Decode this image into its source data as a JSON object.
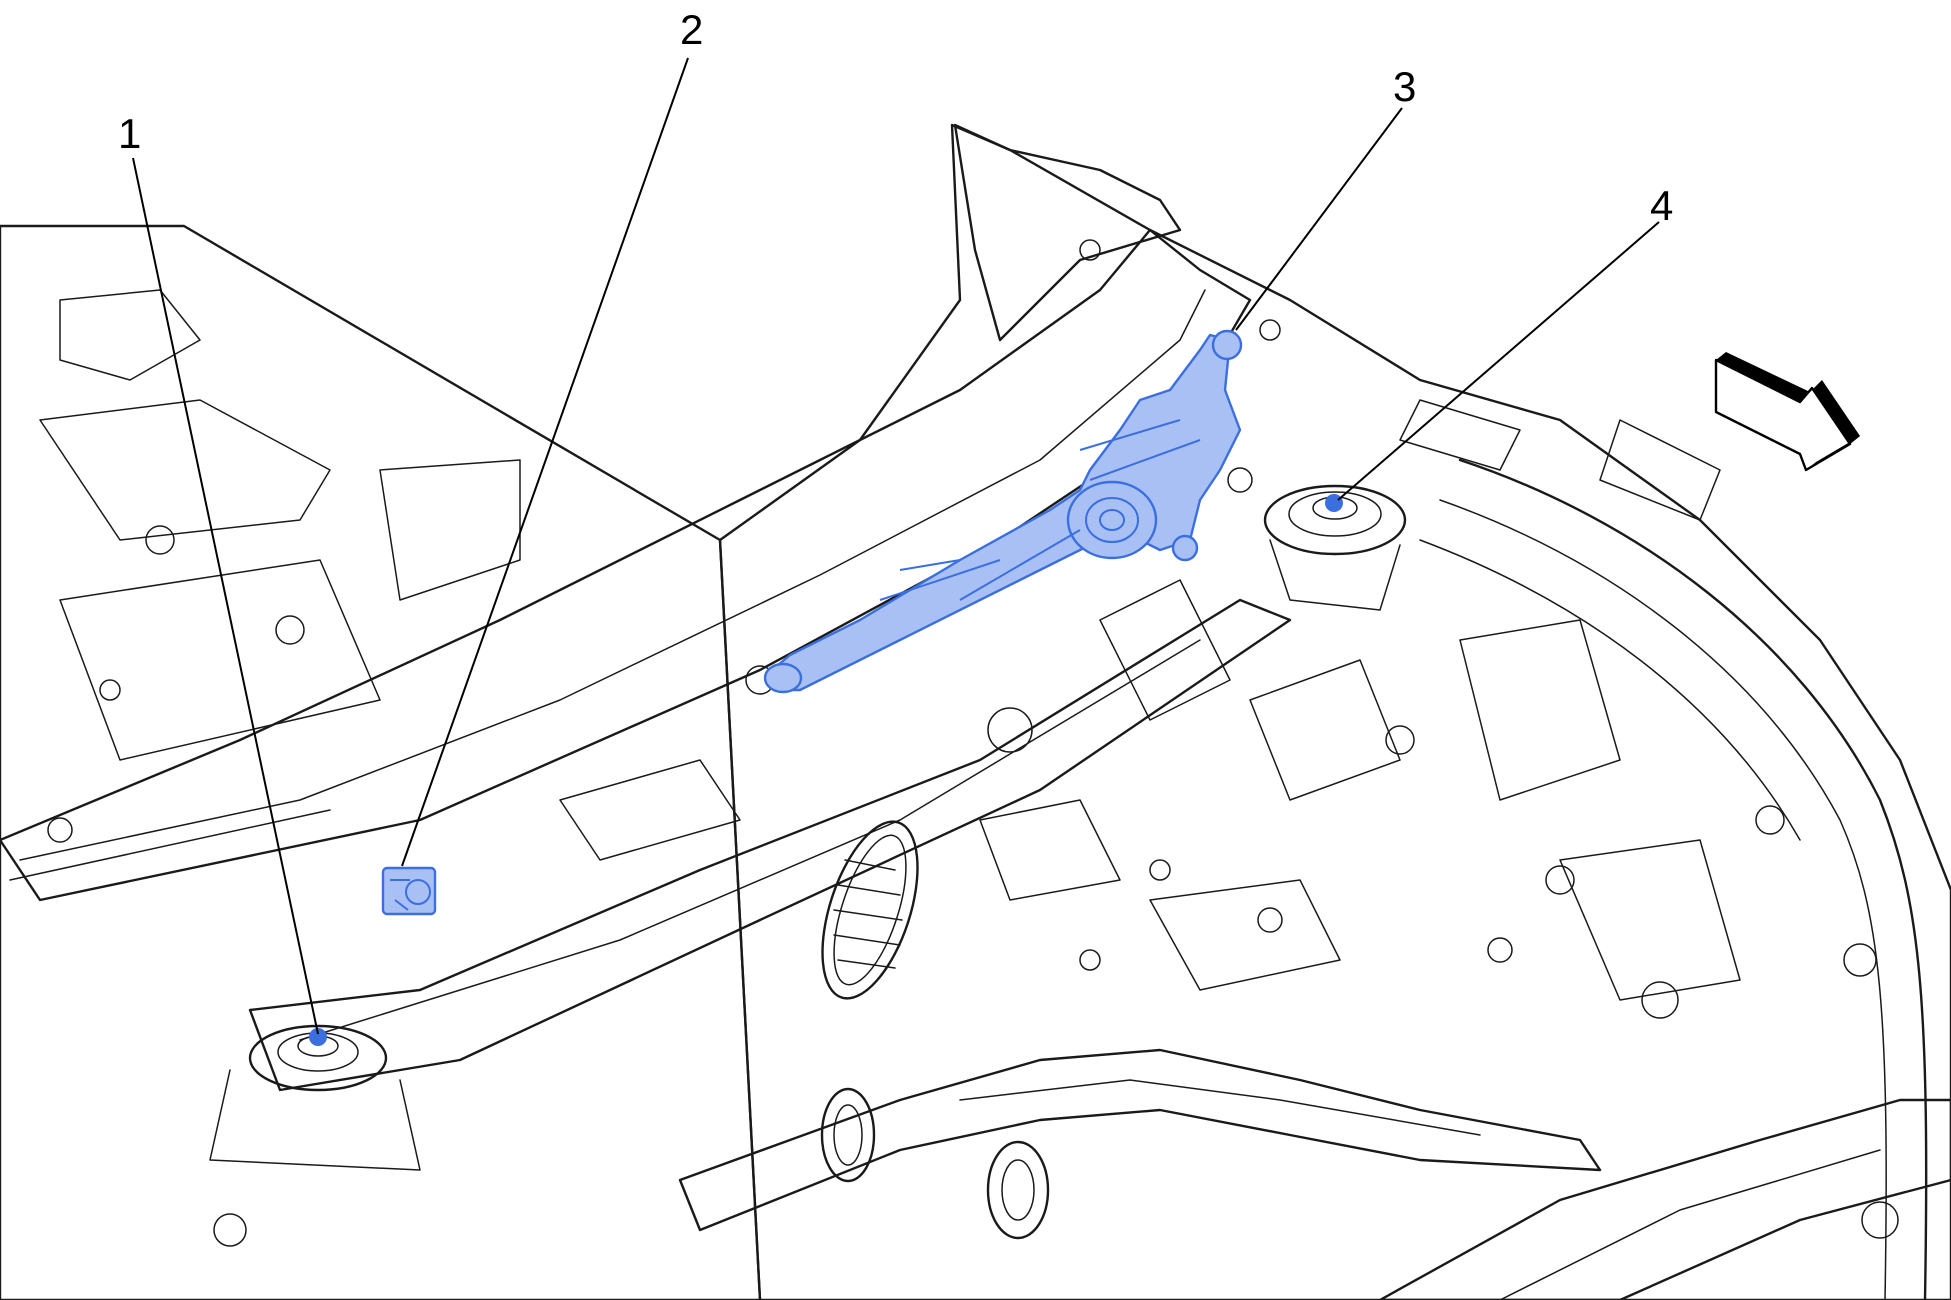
{
  "colors": {
    "body": "#cfcbbc",
    "background": "#ffffff",
    "highlight": "#a9c0f4",
    "highlight_stroke": "#3b6fe0"
  },
  "callouts": [
    {
      "label": "1"
    },
    {
      "label": "2"
    },
    {
      "label": "3"
    },
    {
      "label": "4"
    }
  ],
  "icons": {
    "direction": "forward-arrow-icon"
  }
}
